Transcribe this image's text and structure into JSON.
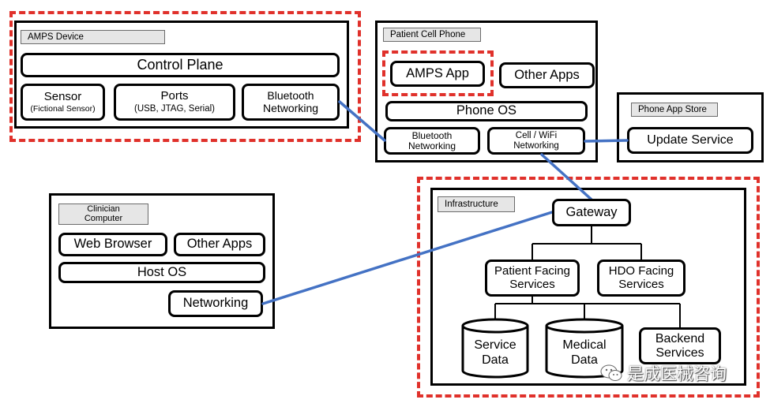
{
  "amps_device": {
    "title": "AMPS Device",
    "control_plane": "Control Plane",
    "sensor": "Sensor",
    "sensor_sub": "(Fictional Sensor)",
    "ports": "Ports",
    "ports_sub": "(USB, JTAG, Serial)",
    "bt_line1": "Bluetooth",
    "bt_line2": "Networking"
  },
  "phone": {
    "title": "Patient Cell Phone",
    "amps_app": "AMPS App",
    "other_apps": "Other Apps",
    "phone_os": "Phone OS",
    "bt_line1": "Bluetooth",
    "bt_line2": "Networking",
    "cell_line1": "Cell / WiFi",
    "cell_line2": "Networking"
  },
  "app_store": {
    "title": "Phone App Store",
    "update_service": "Update Service"
  },
  "clinician": {
    "title_line1": "Clinician",
    "title_line2": "Computer",
    "web_browser": "Web Browser",
    "other_apps": "Other Apps",
    "host_os": "Host OS",
    "networking": "Networking"
  },
  "infrastructure": {
    "title": "Infrastructure",
    "gateway": "Gateway",
    "patient_line1": "Patient Facing",
    "patient_line2": "Services",
    "hdo_line1": "HDO Facing",
    "hdo_line2": "Services",
    "service_line1": "Service",
    "service_line2": "Data",
    "medical_line1": "Medical",
    "medical_line2": "Data",
    "backend_line1": "Backend",
    "backend_line2": "Services"
  },
  "watermark": "是成医械咨询",
  "colors": {
    "dash": "#e0312b",
    "link": "#4472c4",
    "tag_fill": "#e6e6e6"
  }
}
